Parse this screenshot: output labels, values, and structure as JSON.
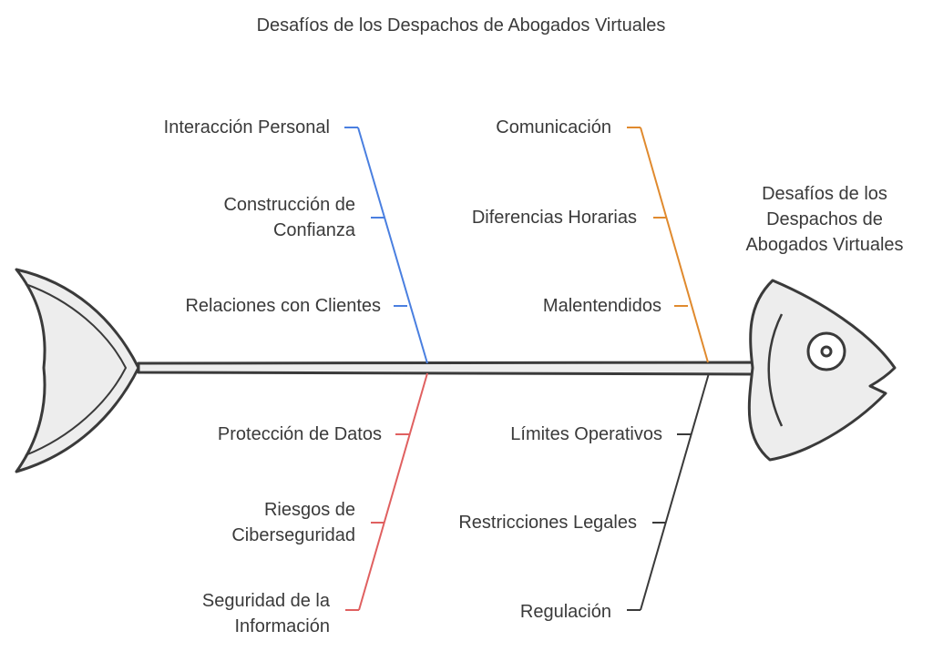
{
  "title": "Desafíos de los Despachos de Abogados Virtuales",
  "head_label": "Desafíos de los Despachos de Abogados Virtuales",
  "colors": {
    "blue": "#4a7fe0",
    "orange": "#e08a2e",
    "red": "#e06060",
    "dark": "#3a3a3a",
    "fish_fill": "#ededed",
    "stroke": "#3a3a3a"
  },
  "categories": {
    "top_left": {
      "items": [
        "Interacción Personal",
        "Construcción de Confianza",
        "Relaciones con Clientes"
      ]
    },
    "top_right": {
      "items": [
        "Comunicación",
        "Diferencias Horarias",
        "Malentendidos"
      ]
    },
    "bottom_left": {
      "items": [
        "Protección de Datos",
        "Riesgos de Ciberseguridad",
        "Seguridad de la Información"
      ]
    },
    "bottom_right": {
      "items": [
        "Límites Operativos",
        "Restricciones Legales",
        "Regulación"
      ]
    }
  }
}
